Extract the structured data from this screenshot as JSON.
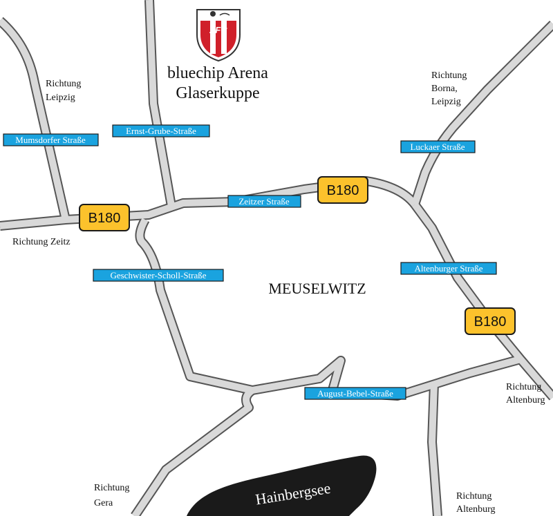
{
  "stadium": {
    "name": "bluechip Arena",
    "sub": "Glaserkuppe",
    "logo_text": "ZFC"
  },
  "city": "MEUSELWITZ",
  "lake": "Hainbergsee",
  "highway": "B180",
  "streets": {
    "mumsdorfer": "Mumsdorfer Straße",
    "ernst_grube": "Ernst-Grube-Straße",
    "zeitzer": "Zeitzer Straße",
    "luckaer": "Luckaer Straße",
    "geschwister_scholl": "Geschwister-Scholl-Straße",
    "altenburger": "Altenburger Straße",
    "august_bebel": "August-Bebel-Straße"
  },
  "directions": {
    "leipzig": [
      "Richtung",
      "Leipzig"
    ],
    "zeitz": "Richtung Zeitz",
    "borna": [
      "Richtung",
      "Borna,",
      "Leipzig"
    ],
    "altenburg_e": [
      "Richtung",
      "Altenburg"
    ],
    "altenburg_s": [
      "Richtung",
      "Altenburg"
    ],
    "gera": [
      "Richtung",
      "Gera"
    ]
  },
  "colors": {
    "road_fill": "#d9d9d9",
    "road_edge": "#555555",
    "street_sign": "#1aa3df",
    "highway_sign": "#fcc22c",
    "lake": "#1a1a1a",
    "logo_red": "#d0202a"
  }
}
